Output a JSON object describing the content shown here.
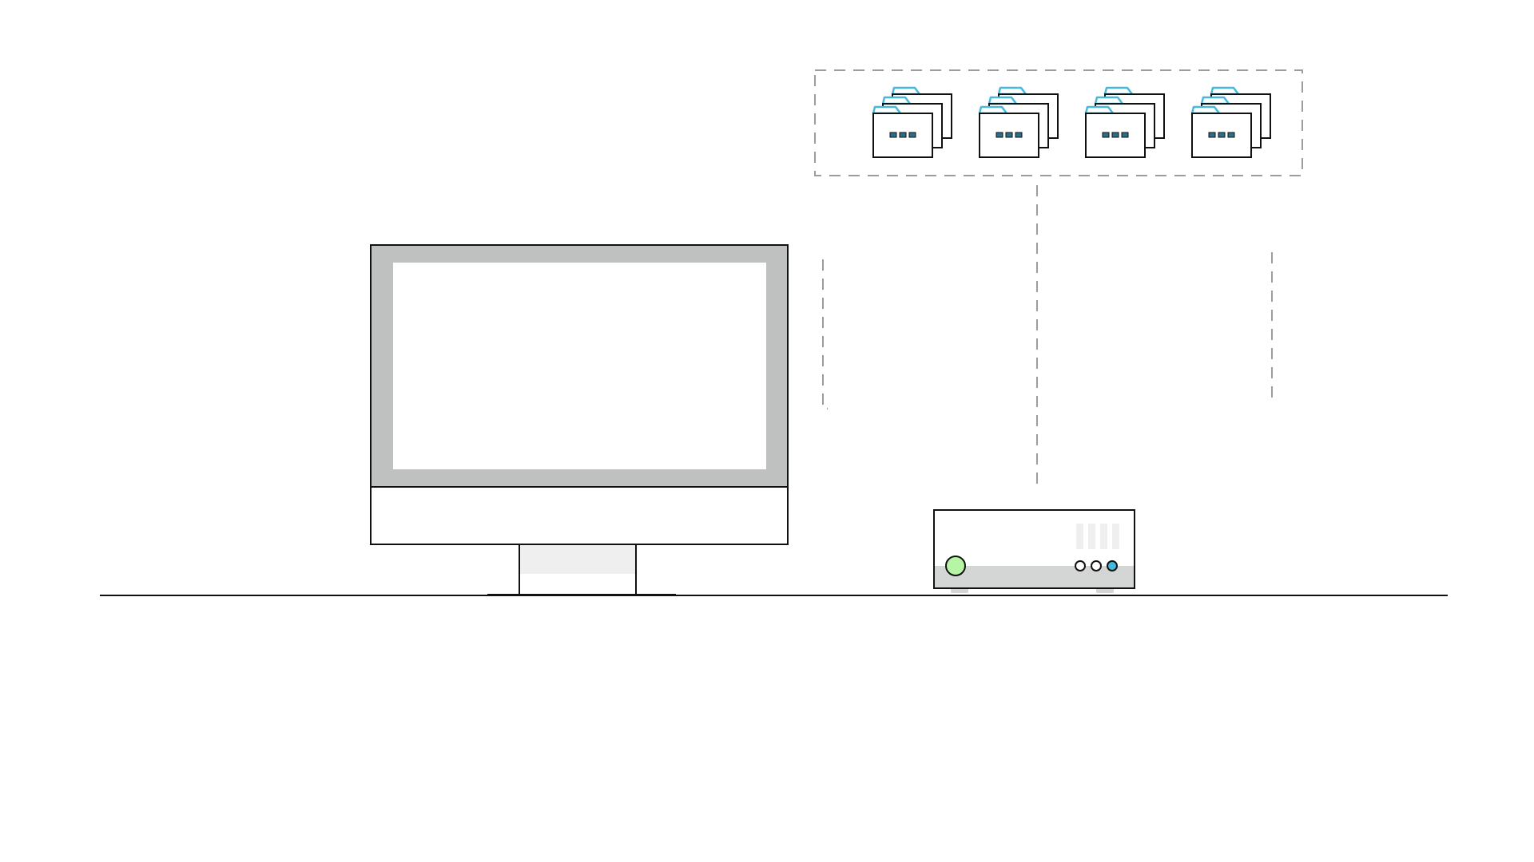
{
  "colors": {
    "background": "#ffffff",
    "outline": "#111111",
    "bezel": "#bfc1c0",
    "screen": "#ffffff",
    "stand_highlight": "#efefef",
    "dashed": "#9c9c9c",
    "folder_tab": "#45b8dc",
    "folder_dots": "#2a6f8a",
    "server_base": "#d3d6d5",
    "server_slots": "#efefef",
    "power_button": "#b6f5a4",
    "port_blue": "#45b8dc",
    "foot": "#d3d6d5"
  },
  "icons": {
    "folder_stacks": [
      "folder-stack-icon",
      "folder-stack-icon",
      "folder-stack-icon",
      "folder-stack-icon"
    ],
    "folders_per_stack": 3,
    "server_ports": [
      "port-icon",
      "port-icon",
      "port-icon-active"
    ],
    "server_slot_count": 4
  }
}
